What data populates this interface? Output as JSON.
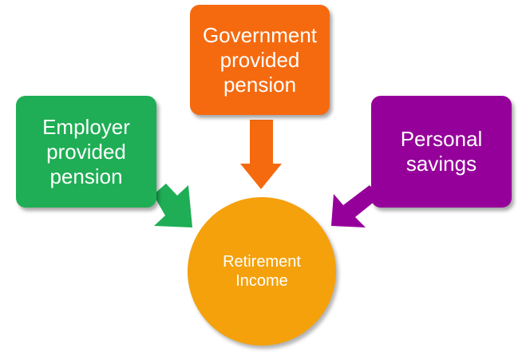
{
  "nodes": {
    "employer": {
      "label": "Employer\nprovided\npension",
      "color": "#1fae55"
    },
    "government": {
      "label": "Government\nprovided\npension",
      "color": "#f56a0f"
    },
    "personal": {
      "label": "Personal\nsavings",
      "color": "#95009a"
    },
    "center": {
      "label": "Retirement\nIncome",
      "color": "#f4a10c"
    }
  },
  "edges": [
    {
      "from": "employer",
      "to": "center"
    },
    {
      "from": "government",
      "to": "center"
    },
    {
      "from": "personal",
      "to": "center"
    }
  ]
}
